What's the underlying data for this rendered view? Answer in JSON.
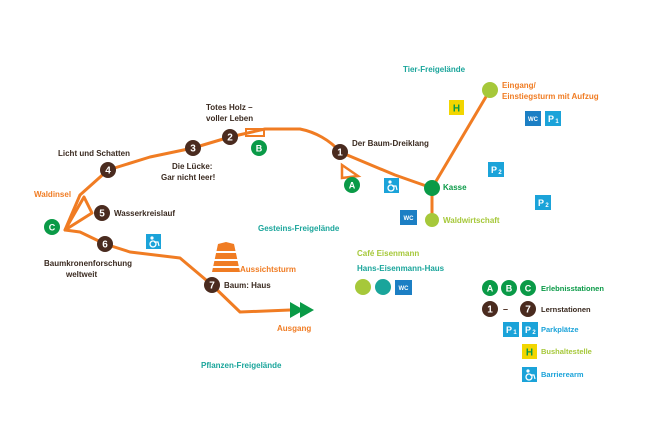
{
  "colors": {
    "path": "#f07c23",
    "station_dark": "#4a2b1f",
    "station_green": "#0a9a47",
    "lime": "#a6c83a",
    "teal": "#1aa59b",
    "cyan": "#1ba3d9",
    "blue": "#1c7fc4",
    "yellow": "#f2d600",
    "area_label": "#1aa59b"
  },
  "areas": {
    "tier": "Tier-Freigelände",
    "gestein": "Gesteins-Freigelände",
    "pflanzen": "Pflanzen-Freigelände"
  },
  "stations": [
    {
      "num": "1",
      "label": "Der Baum-Dreiklang"
    },
    {
      "num": "2",
      "label_lines": [
        "Totes Holz –",
        "voller Leben"
      ]
    },
    {
      "num": "3",
      "label_lines": [
        "Die Lücke:",
        "Gar nicht leer!"
      ]
    },
    {
      "num": "4",
      "label": "Licht und Schatten"
    },
    {
      "num": "5",
      "label": "Wasserkreislauf"
    },
    {
      "num": "6",
      "label_lines": [
        "Baumkronenforschung",
        "weltweit"
      ]
    },
    {
      "num": "7",
      "label": "Baum: Haus"
    }
  ],
  "experience": [
    {
      "letter": "A"
    },
    {
      "letter": "B"
    },
    {
      "letter": "C"
    }
  ],
  "labels": {
    "entrance": [
      "Eingang/",
      "Einstiegsturm mit Aufzug"
    ],
    "kasse": "Kasse",
    "waldwirtschaft": "Waldwirtschaft",
    "waldinsel": "Waldinsel",
    "aussichtsturm": "Aussichtsturm",
    "ausgang": "Ausgang",
    "cafe": "Café Eisenmann",
    "hans": "Hans-Eisenmann-Haus",
    "wc": "WC",
    "p1": "P",
    "p1_sub": "1",
    "p2": "P",
    "p2_sub": "2",
    "h": "H"
  },
  "legend": {
    "experience_label": "Erlebnisstationen",
    "learning_from": "1",
    "learning_dash": "–",
    "learning_to": "7",
    "learning_label": "Lernstationen",
    "parking_label": "Parkplätze",
    "bus_label": "Bushaltestelle",
    "barrier_label": "Barrierearm"
  }
}
